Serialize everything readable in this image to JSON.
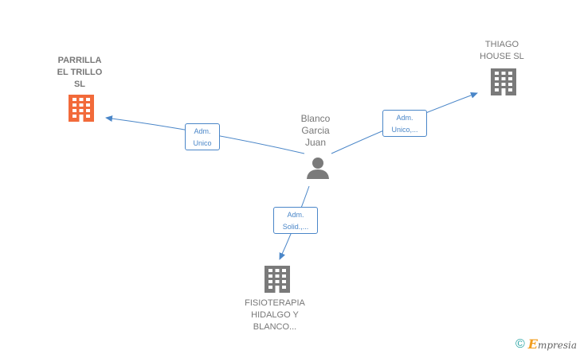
{
  "colors": {
    "edge": "#4a86c8",
    "company_highlight": "#f26a3a",
    "company_default": "#7a7a7a",
    "person": "#7a7a7a"
  },
  "nodes": {
    "person": {
      "label": "Blanco\nGarcia\nJuan",
      "icon": "person-icon"
    },
    "parrilla": {
      "label": "PARRILLA\nEL TRILLO\nSL",
      "icon": "building-icon"
    },
    "thiago": {
      "label": "THIAGO\nHOUSE  SL",
      "icon": "building-icon"
    },
    "fisioterapia": {
      "label": "FISIOTERAPIA\nHIDALGO Y\nBLANCO...",
      "icon": "building-icon"
    }
  },
  "edges": {
    "to_parrilla": "Adm.\nUnico",
    "to_thiago": "Adm.\nUnico,...",
    "to_fisioterapia": "Adm.\nSolid.,..."
  },
  "footer": {
    "copyright": "©",
    "brand_initial": "E",
    "brand_rest": "mpresia"
  }
}
